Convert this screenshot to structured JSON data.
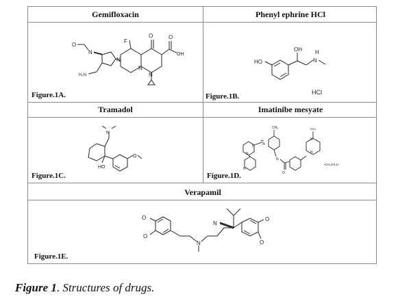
{
  "figure": {
    "panels": [
      {
        "id": "A",
        "name": "Gemifloxacin",
        "label": "Figure.1A."
      },
      {
        "id": "B",
        "name": "Phenyl ephrine HCl",
        "label": "Figure.1B."
      },
      {
        "id": "C",
        "name": "Tramadol",
        "label": "Figure.1C."
      },
      {
        "id": "D",
        "name": "Imatinibe mesyate",
        "label": "Figure.1D."
      },
      {
        "id": "E",
        "name": "Verapamil",
        "label": "Figure.1E."
      }
    ],
    "atoms": {
      "a_F": "F",
      "a_O": "O",
      "a_OH": "OH",
      "a_N1": "N",
      "a_N2": "N",
      "a_N3": "N",
      "a_NO": "N",
      "a_O2": "O",
      "a_H2N": "H₂N",
      "b_HO": "HO",
      "b_OH": "OH",
      "b_NH": "H",
      "b_N": "N",
      "b_HCl": "HCl",
      "c_N": "N",
      "c_HO": "HO",
      "c_O": "O",
      "d_CH3": "CH₃",
      "d_NH": "N",
      "d_HN": "H",
      "d_N1": "N",
      "d_N2": "N",
      "d_N3": "N",
      "d_O": "O",
      "d_salt": "•CH₃SO₃H",
      "d_N4": "N",
      "d_N5": "N",
      "d_CH3b": "CH₃",
      "d_py": "N",
      "e_N": "N",
      "e_NC": "N",
      "e_O1": "O",
      "e_O2": "O",
      "e_O3": "O",
      "e_O4": "O"
    },
    "caption_bold": "Figure 1",
    "caption_rest": ". Structures of drugs."
  }
}
